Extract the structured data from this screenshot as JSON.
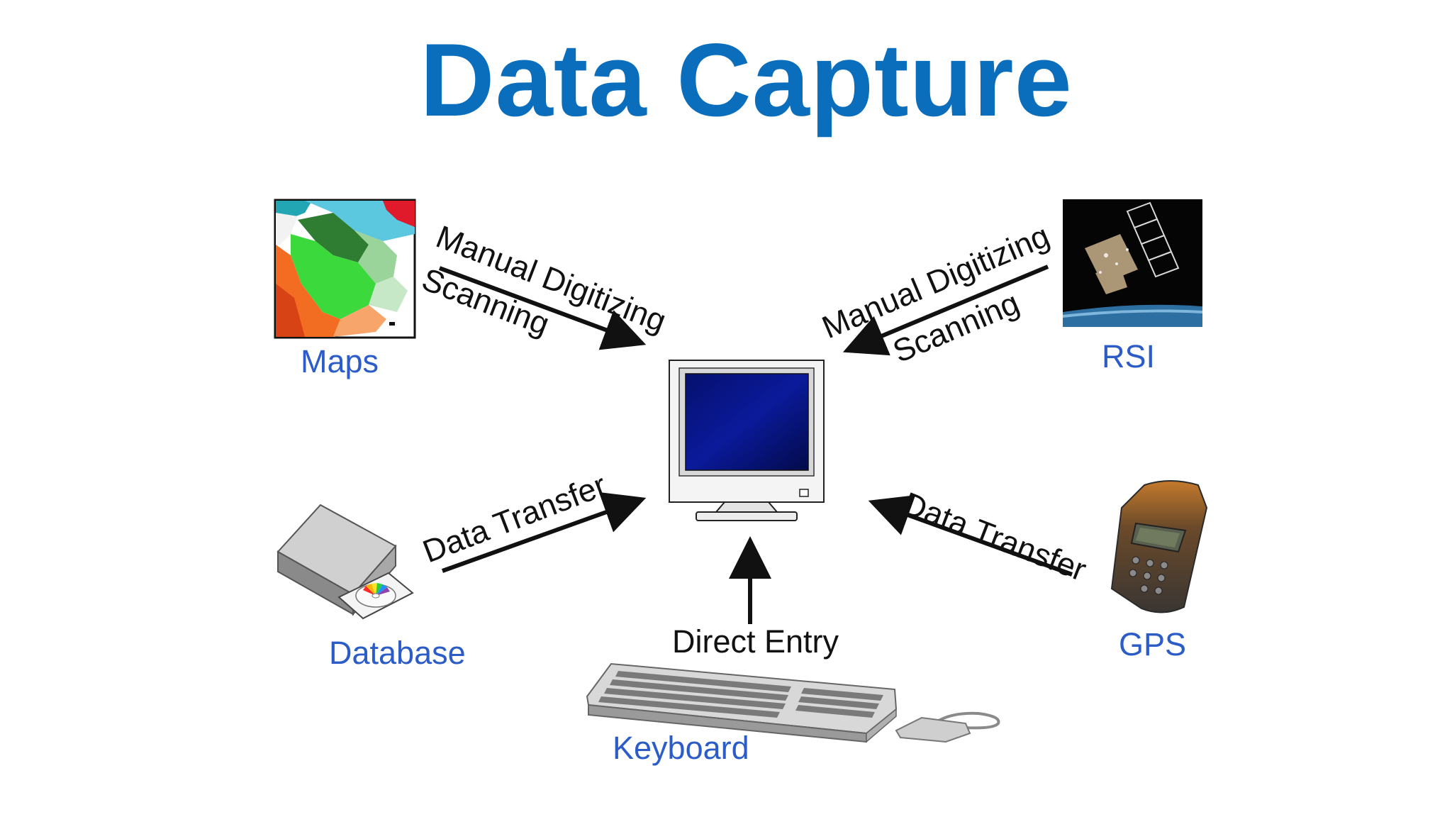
{
  "title": "Data Capture",
  "colors": {
    "title": "#0A6EBD",
    "node_label": "#2B5CC8",
    "arrow": "#111111",
    "background": "#FFFFFF"
  },
  "nodes": {
    "maps": {
      "label": "Maps",
      "icon": "map-icon"
    },
    "rsi": {
      "label": "RSI",
      "icon": "satellite-icon"
    },
    "database": {
      "label": "Database",
      "icon": "cd-drive-icon"
    },
    "gps": {
      "label": "GPS",
      "icon": "gps-device-icon"
    },
    "keyboard": {
      "label": "Keyboard",
      "icon": "keyboard-mouse-icon"
    },
    "computer": {
      "icon": "computer-monitor-icon"
    }
  },
  "edges": {
    "maps": {
      "line1": "Manual Digitizing",
      "line2": "Scanning"
    },
    "rsi": {
      "line1": "Manual Digitizing",
      "line2": "Scanning"
    },
    "database": {
      "line1": "Data Transfer"
    },
    "gps": {
      "line1": "Data Transfer"
    },
    "keyboard": {
      "line1": "Direct Entry"
    }
  }
}
